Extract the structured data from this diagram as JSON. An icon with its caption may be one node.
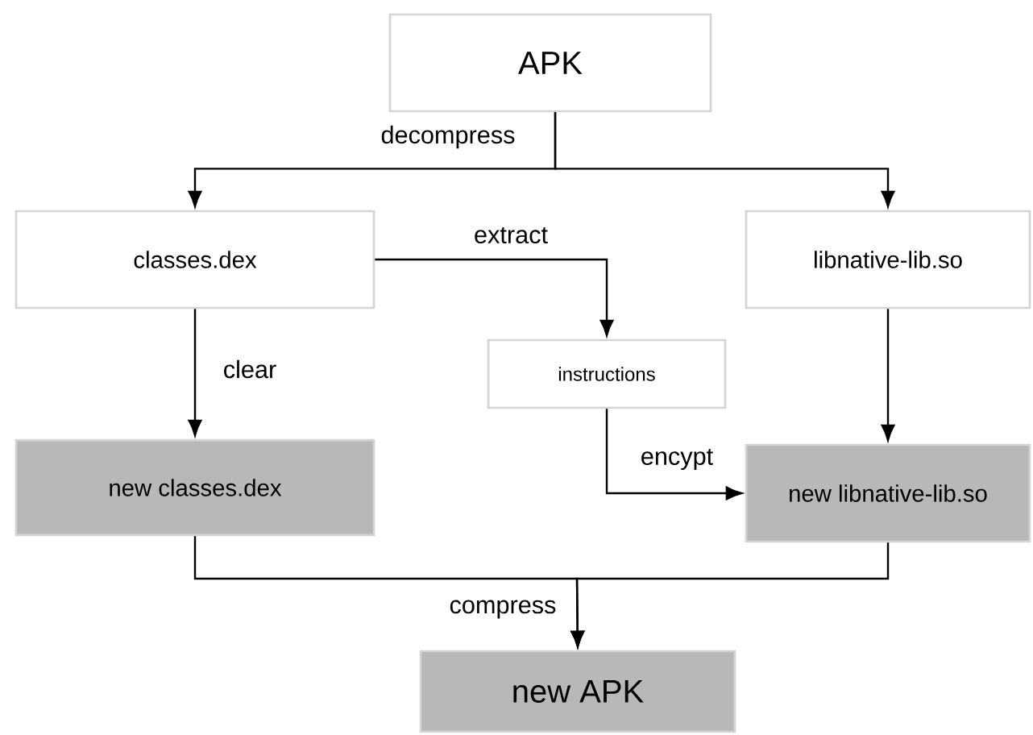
{
  "diagram": {
    "nodes": [
      {
        "text": [
          "APK"
        ]
      },
      {
        "text": [
          "classes.dex"
        ]
      },
      {
        "text": [
          "libnative-lib.so"
        ]
      },
      {
        "text": [
          "instructions"
        ]
      },
      {
        "text": [
          "new classes.dex"
        ]
      },
      {
        "text": [
          "new libnative-lib.so"
        ]
      },
      {
        "text": [
          "new APK"
        ]
      }
    ],
    "edges": [
      {
        "from": 0,
        "to": 1,
        "arrow": "to",
        "label": "decompress"
      },
      {
        "from": 0,
        "to": 2,
        "arrow": "to"
      },
      {
        "from": 1,
        "to": 3,
        "arrow": "to",
        "label": "extract"
      },
      {
        "from": 1,
        "to": 4,
        "arrow": "to",
        "label": "clear"
      },
      {
        "from": 2,
        "to": 5,
        "arrow": "to"
      },
      {
        "from": 3,
        "to": 5,
        "arrow": "to",
        "label": "encypt"
      },
      {
        "from": 4,
        "to": 6,
        "arrow": "to",
        "label": "compress"
      },
      {
        "from": 5,
        "to": 6,
        "arrow": "to"
      }
    ]
  }
}
